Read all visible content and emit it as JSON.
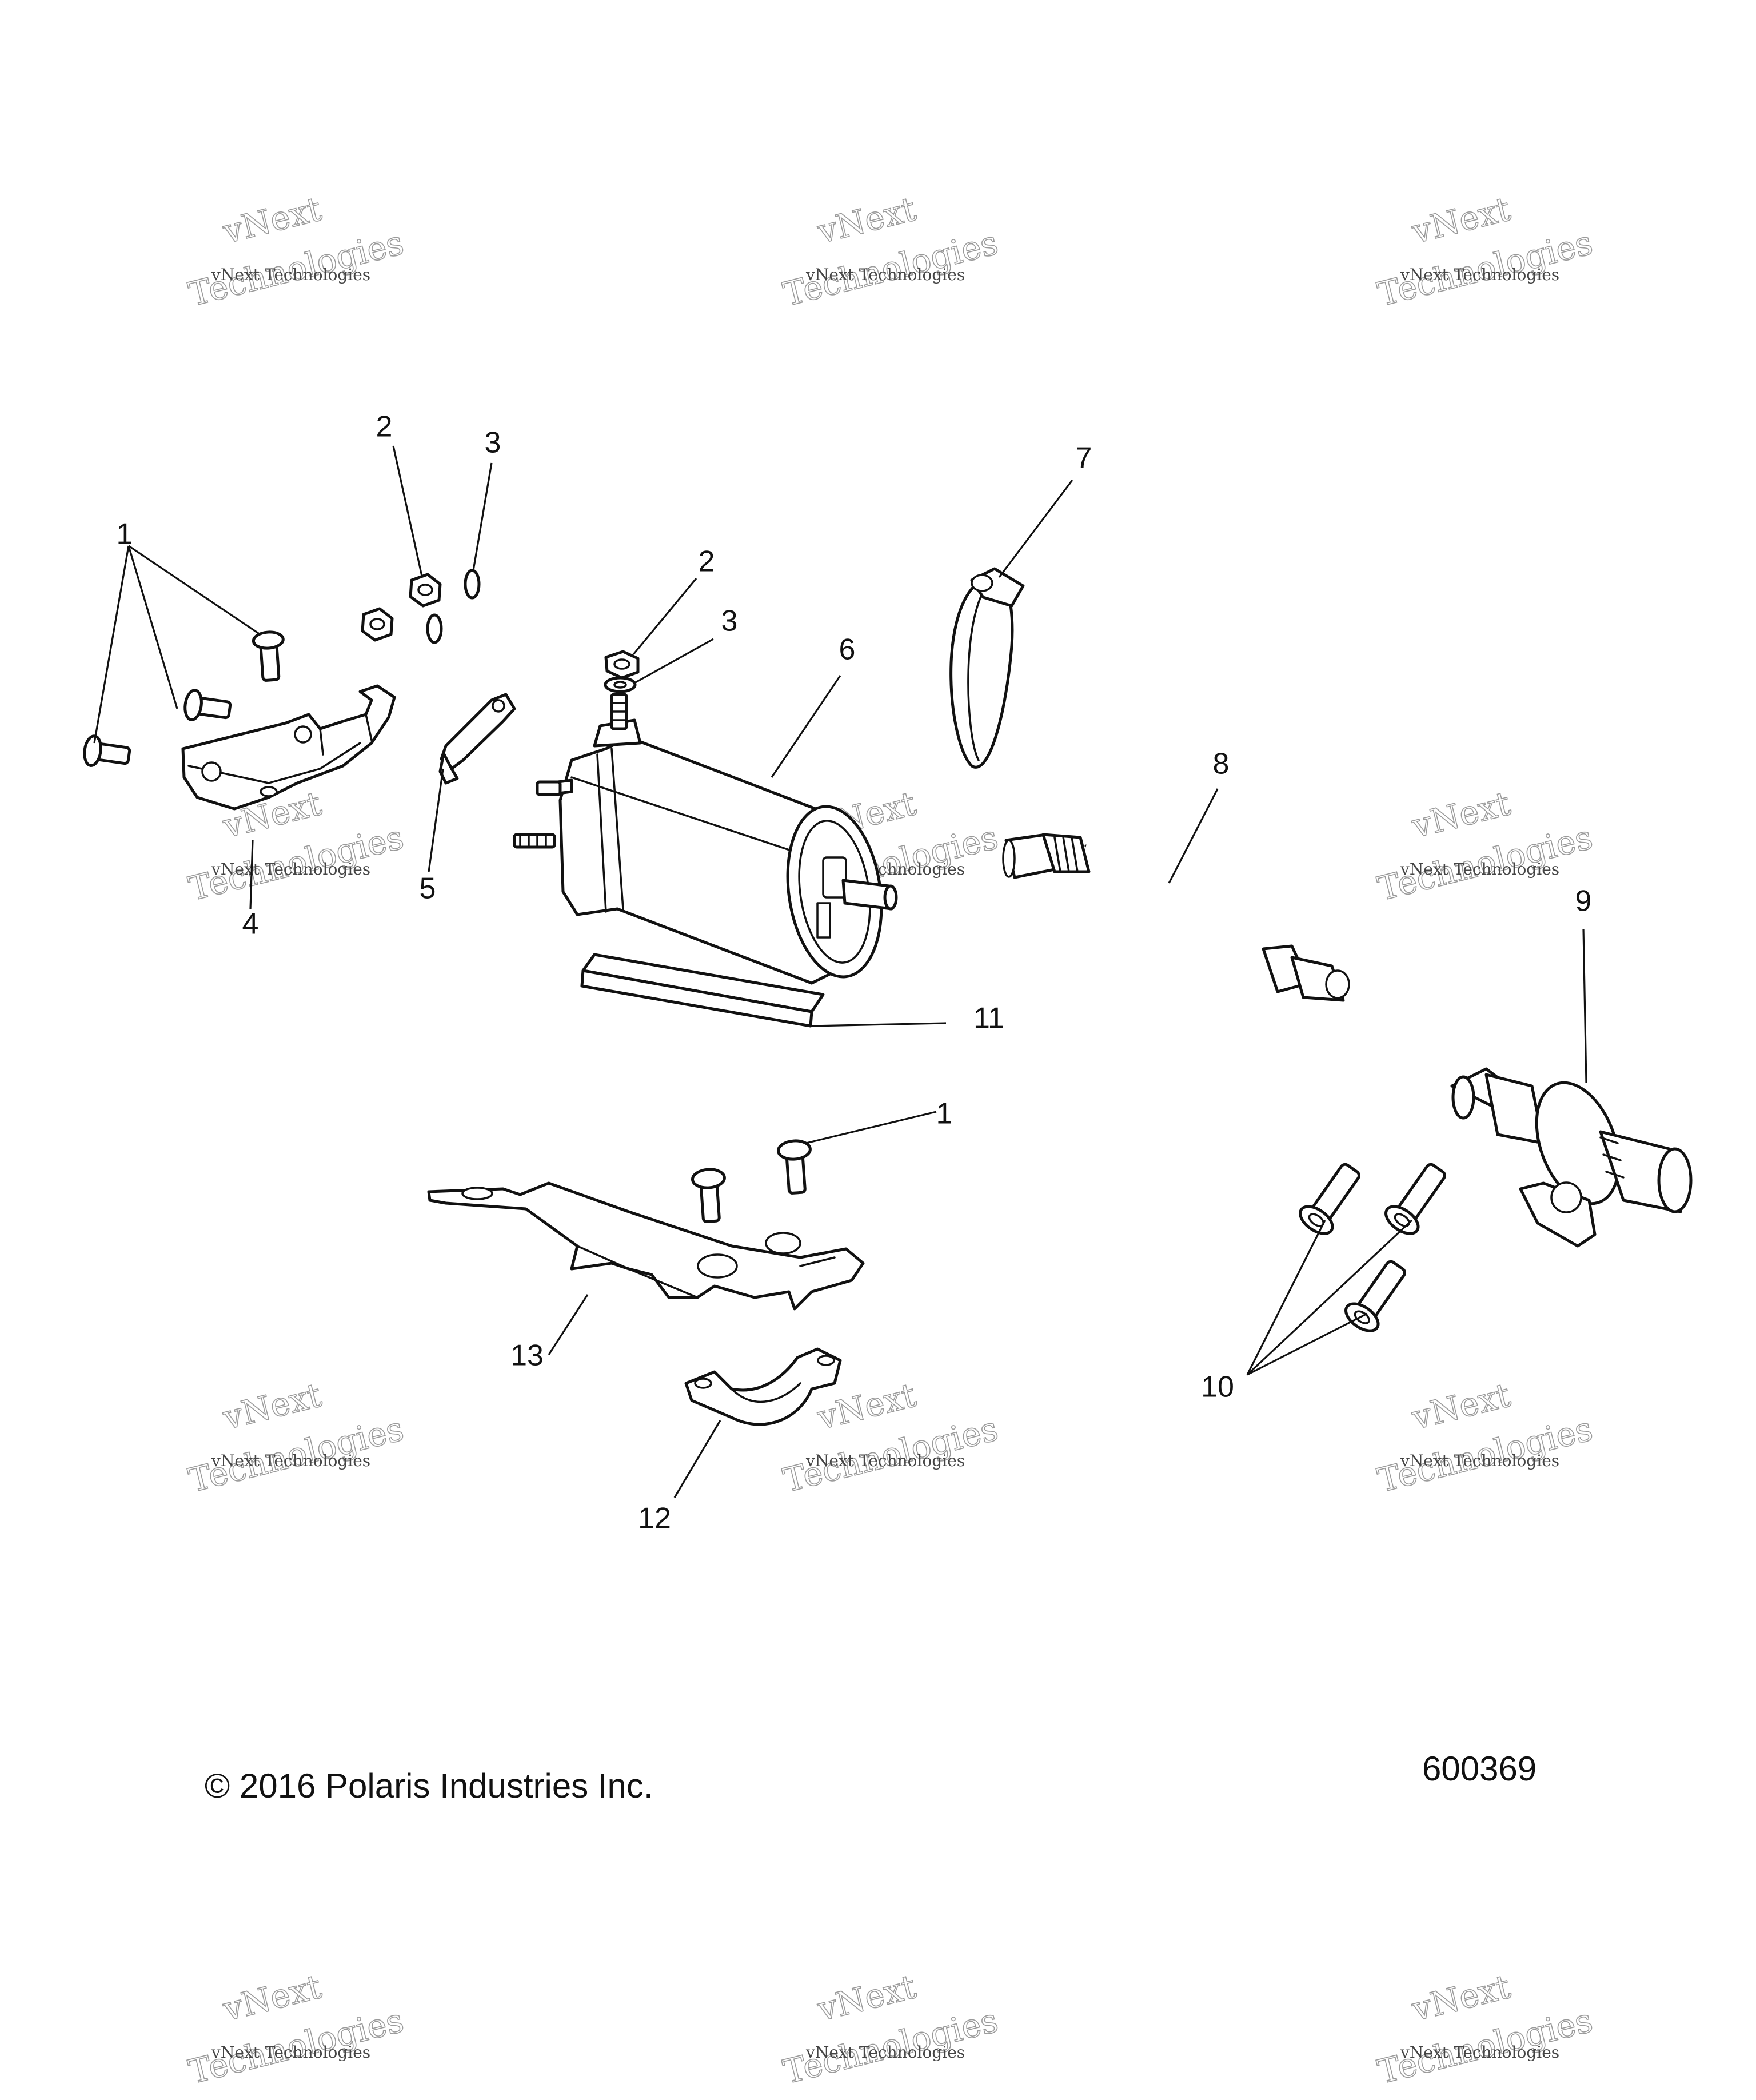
{
  "callouts": [
    {
      "id": "c1a",
      "text": "1"
    },
    {
      "id": "c2a",
      "text": "2"
    },
    {
      "id": "c3a",
      "text": "3"
    },
    {
      "id": "c2b",
      "text": "2"
    },
    {
      "id": "c3b",
      "text": "3"
    },
    {
      "id": "c4",
      "text": "4"
    },
    {
      "id": "c5",
      "text": "5"
    },
    {
      "id": "c6",
      "text": "6"
    },
    {
      "id": "c7",
      "text": "7"
    },
    {
      "id": "c8",
      "text": "8"
    },
    {
      "id": "c9",
      "text": "9"
    },
    {
      "id": "c10",
      "text": "10"
    },
    {
      "id": "c11",
      "text": "11"
    },
    {
      "id": "c1b",
      "text": "1"
    },
    {
      "id": "c12",
      "text": "12"
    },
    {
      "id": "c13",
      "text": "13"
    }
  ],
  "footer": {
    "copyright": "© 2016 Polaris Industries Inc.",
    "figure_number": "600369"
  },
  "watermark": {
    "line_small": "vNext Technologies",
    "line_big_1": "vNext",
    "line_big_2": "Technologies"
  }
}
